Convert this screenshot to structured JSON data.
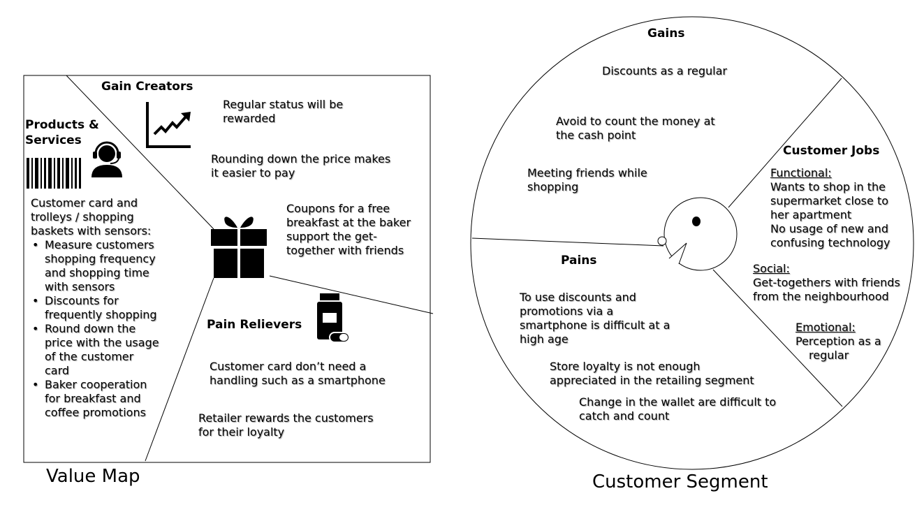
{
  "value_map": {
    "caption": "Value Map",
    "gain_creators": {
      "title": "Gain Creators",
      "items": [
        "Regular status will be",
        "rewarded",
        "Rounding down the price makes",
        "it easier to pay",
        "Coupons for a free",
        "breakfast at the baker",
        "support the get-",
        "together with friends"
      ]
    },
    "products_services": {
      "title_line1": "Products &",
      "title_line2": "Services",
      "intro": [
        "Customer card and",
        "trolleys / shopping",
        "baskets with sensors:"
      ],
      "bullets": [
        [
          "Measure customers",
          "shopping frequency",
          "and shopping time",
          "with sensors"
        ],
        [
          "Discounts for",
          "frequently shopping"
        ],
        [
          "Round down the",
          "price with the usage",
          "of the customer",
          "card"
        ],
        [
          "Baker cooperation",
          "for breakfast and",
          "coffee promotions"
        ]
      ]
    },
    "pain_relievers": {
      "title": "Pain Relievers",
      "items": [
        "Customer card don’t need a",
        "handling such as a smartphone",
        "Retailer rewards the customers",
        "for their loyalty"
      ]
    }
  },
  "customer_segment": {
    "caption": "Customer Segment",
    "gains": {
      "title": "Gains",
      "items": [
        "Discounts as a regular",
        "Avoid to count the money at",
        "the cash point",
        "Meeting friends while",
        "shopping"
      ]
    },
    "customer_jobs": {
      "title": "Customer Jobs",
      "functional_label": "Functional:",
      "functional": [
        "Wants to shop in the",
        "supermarket close to",
        "her apartment",
        "No usage of new and",
        "confusing technology"
      ],
      "social_label": "Social:",
      "social": [
        "Get-togethers with friends",
        "from the neighbourhood"
      ],
      "emotional_label": "Emotional:",
      "emotional": [
        "Perception as a",
        "regular"
      ]
    },
    "pains": {
      "title": "Pains",
      "items": [
        "To use discounts and",
        "promotions via a",
        "smartphone is difficult at a",
        "high age",
        "Store loyalty is not enough",
        "appreciated in the retailing segment",
        "Change in the wallet are difficult to",
        "catch and count"
      ]
    }
  },
  "icons": [
    "chart-growth-icon",
    "barcode-icon",
    "support-agent-icon",
    "gift-icon",
    "medicine-bottle-icon"
  ]
}
